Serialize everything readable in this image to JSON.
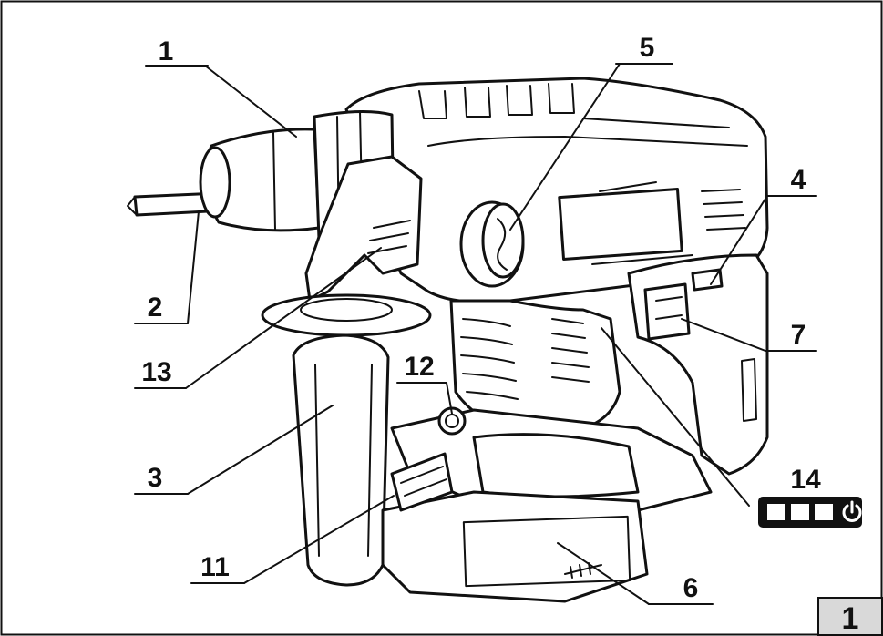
{
  "figure": {
    "number": "1",
    "subject": "cordless rotary hammer drill with side handle and battery pack"
  },
  "callouts": [
    {
      "id": "1",
      "label": "1"
    },
    {
      "id": "2",
      "label": "2"
    },
    {
      "id": "3",
      "label": "3"
    },
    {
      "id": "4",
      "label": "4"
    },
    {
      "id": "5",
      "label": "5"
    },
    {
      "id": "6",
      "label": "6"
    },
    {
      "id": "7",
      "label": "7"
    },
    {
      "id": "11",
      "label": "11"
    },
    {
      "id": "12",
      "label": "12"
    },
    {
      "id": "13",
      "label": "13"
    },
    {
      "id": "14",
      "label": "14"
    }
  ],
  "battery_indicator": {
    "bars": 3,
    "icon": "power-icon"
  }
}
